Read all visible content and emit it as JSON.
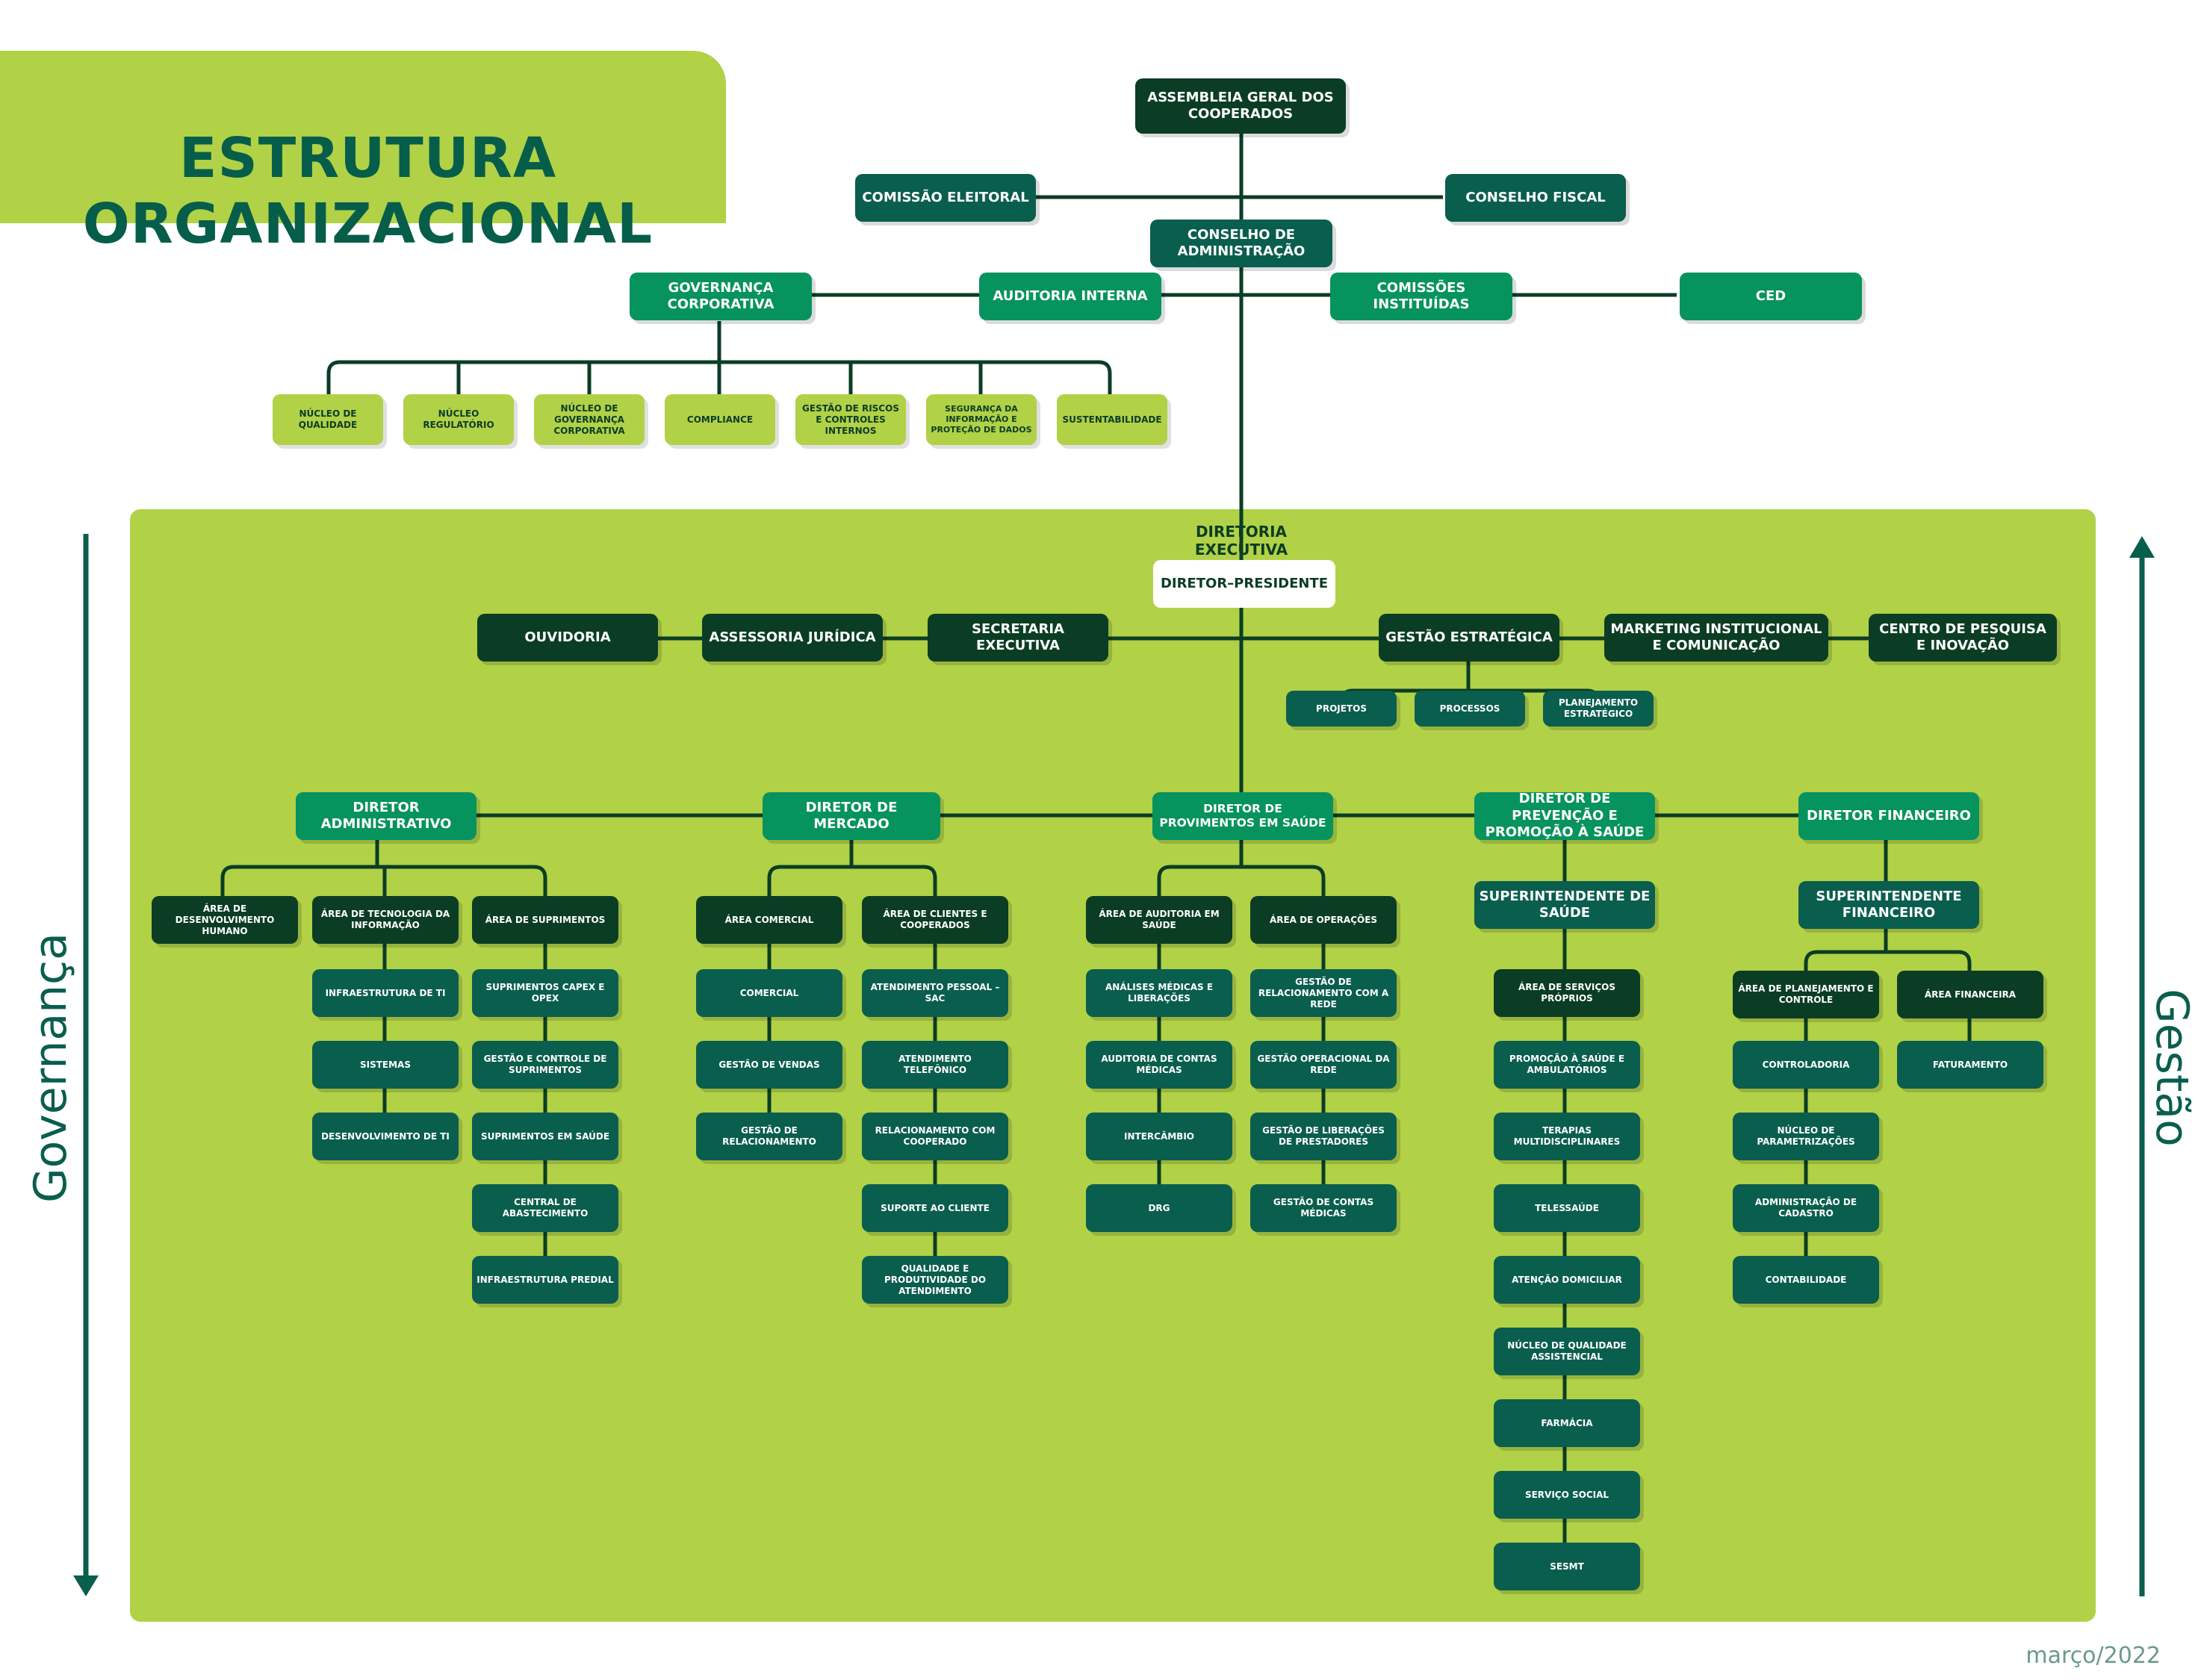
{
  "title": {
    "line1": "ESTRUTURA",
    "line2": "ORGANIZACIONAL"
  },
  "governance": {
    "assembleia": "Assembleia Geral dos Cooperados",
    "comissao_eleitoral": "Comissão Eleitoral",
    "conselho_fiscal": "Conselho Fiscal",
    "conselho_administracao": "Conselho de Administração",
    "governanca_corporativa": "Governança Corporativa",
    "auditoria_interna": "Auditoria Interna",
    "comissoes_instituidas": "Comissões Instituídas",
    "ced": "CED",
    "nucleos": [
      "Núcleo de Qualidade",
      "Núcleo Regulatório",
      "Núcleo de Governança Corporativa",
      "Compliance",
      "Gestão de Riscos e Controles Internos",
      "Segurança da Informação e Proteção de Dados",
      "Sustentabilidade"
    ]
  },
  "executive": {
    "label": "Diretoria Executiva",
    "president": "Diretor–Presidente",
    "staff": [
      "Ouvidoria",
      "Assessoria Jurídica",
      "Secretaria Executiva",
      "Gestão Estratégica",
      "Marketing Institucional e Comunicação",
      "Centro de Pesquisa e Inovação"
    ],
    "strategy_units": [
      "Projetos",
      "Processos",
      "Planejamento Estratégico"
    ]
  },
  "directors": {
    "administrativo": {
      "label": "Diretor Administrativo",
      "areas": [
        {
          "label": "Área de Desenvolvimento Humano",
          "units": []
        },
        {
          "label": "Área de Tecnologia da Informação",
          "units": [
            "Infraestrutura de TI",
            "Sistemas",
            "Desenvolvimento de TI"
          ]
        },
        {
          "label": "Área de Suprimentos",
          "units": [
            "Suprimentos Capex e Opex",
            "Gestão e Controle de Suprimentos",
            "Suprimentos em Saúde",
            "Central de Abastecimento",
            "Infraestrutura Predial"
          ]
        }
      ]
    },
    "mercado": {
      "label": "Diretor de Mercado",
      "areas": [
        {
          "label": "Área Comercial",
          "units": [
            "Comercial",
            "Gestão de Vendas",
            "Gestão de Relacionamento"
          ]
        },
        {
          "label": "Área de Clientes e Cooperados",
          "units": [
            "Atendimento Pessoal – SAC",
            "Atendimento Telefônico",
            "Relacionamento com Cooperado",
            "Suporte ao Cliente",
            "Qualidade e Produtividade do Atendimento"
          ]
        }
      ]
    },
    "provimentos": {
      "label": "Diretor de Provimentos em Saúde",
      "areas": [
        {
          "label": "Área de Auditoria em Saúde",
          "units": [
            "Análises Médicas e Liberações",
            "Auditoria de Contas Médicas",
            "Intercâmbio",
            "DRG"
          ]
        },
        {
          "label": "Área de Operações",
          "units": [
            "Gestão de Relacionamento com a Rede",
            "Gestão Operacional da Rede",
            "Gestão de Liberações de Prestadores",
            "Gestão de Contas Médicas"
          ]
        }
      ]
    },
    "prevencao": {
      "label": "Diretor de Prevenção e Promoção à Saúde",
      "superintendent": "Superintendente de Saúde",
      "area": "Área de Serviços Próprios",
      "units": [
        "Promoção à Saúde e Ambulatórios",
        "Terapias Multidisciplinares",
        "Telessaúde",
        "Atenção Domiciliar",
        "Núcleo de Qualidade Assistencial",
        "Farmácia",
        "Serviço Social",
        "SESMT"
      ]
    },
    "financeiro": {
      "label": "Diretor Financeiro",
      "superintendent": "Superintendente Financeiro",
      "areas": [
        {
          "label": "Área de Planejamento e Controle",
          "units": [
            "Controladoria",
            "Núcleo de Parametrizações",
            "Administração de Cadastro",
            "Contabilidade"
          ]
        },
        {
          "label": "Área Financeira",
          "units": [
            "Faturamento"
          ]
        }
      ]
    }
  },
  "side": {
    "left": "Governança",
    "right": "Gestão"
  },
  "date": "março/2022",
  "colors": {
    "lime": "#b1d147",
    "darkest": "#0b3d25",
    "dark": "#0a5e4e",
    "bright": "#07935d",
    "white": "#ffffff"
  }
}
